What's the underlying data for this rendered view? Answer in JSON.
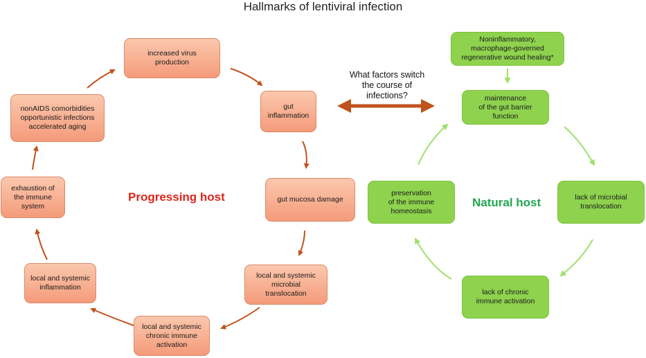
{
  "title": "Hallmarks of lentiviral infection",
  "progressing": {
    "label": "Progressing host",
    "color": "#e0251b",
    "nodes": [
      {
        "id": "increased-virus-production",
        "lines": [
          "increased virus",
          "production"
        ]
      },
      {
        "id": "gut-inflammation",
        "lines": [
          "gut",
          "inflammation"
        ]
      },
      {
        "id": "gut-mucosa-damage",
        "lines": [
          "gut mucosa damage"
        ]
      },
      {
        "id": "microbial-translocation",
        "lines": [
          "local and systemic",
          "microbial",
          "translocation"
        ]
      },
      {
        "id": "chronic-immune-activation",
        "lines": [
          "local and systemic",
          "chronic immune",
          "activation"
        ]
      },
      {
        "id": "local-systemic-inflammation",
        "lines": [
          "local and systemic",
          "inflammation"
        ]
      },
      {
        "id": "exhaustion-immune-system",
        "lines": [
          "exhaustion of",
          "the immune",
          "system"
        ]
      },
      {
        "id": "nonaids-comorbidities",
        "lines": [
          "nonAIDS comorbidities",
          "opportunistic infections",
          "accelerated aging"
        ]
      }
    ]
  },
  "natural": {
    "label": "Natural host",
    "color": "#1fa84f",
    "top_node": {
      "id": "noninflammatory-wound-healing",
      "lines": [
        "Noninflammatory,",
        "macrophage-governed",
        "regenerative wound healing*"
      ]
    },
    "nodes": [
      {
        "id": "gut-barrier-maintenance",
        "lines": [
          "maintenance",
          "of the gut barrier",
          "function"
        ]
      },
      {
        "id": "lack-microbial-translocation",
        "lines": [
          "lack of microbial",
          "translocation"
        ]
      },
      {
        "id": "lack-chronic-immune-activation",
        "lines": [
          "lack of  chronic",
          "immune activation"
        ]
      },
      {
        "id": "immune-homeostasis-preservation",
        "lines": [
          "preservation",
          "of the immune",
          "homeostasis"
        ]
      }
    ]
  },
  "question": {
    "lines": [
      "What factors switch",
      "the course of",
      "infections?"
    ]
  },
  "colors": {
    "progressing_arrow": "#c0521b",
    "natural_arrow": "#9ee06a",
    "double_arrow": "#c0521b"
  }
}
